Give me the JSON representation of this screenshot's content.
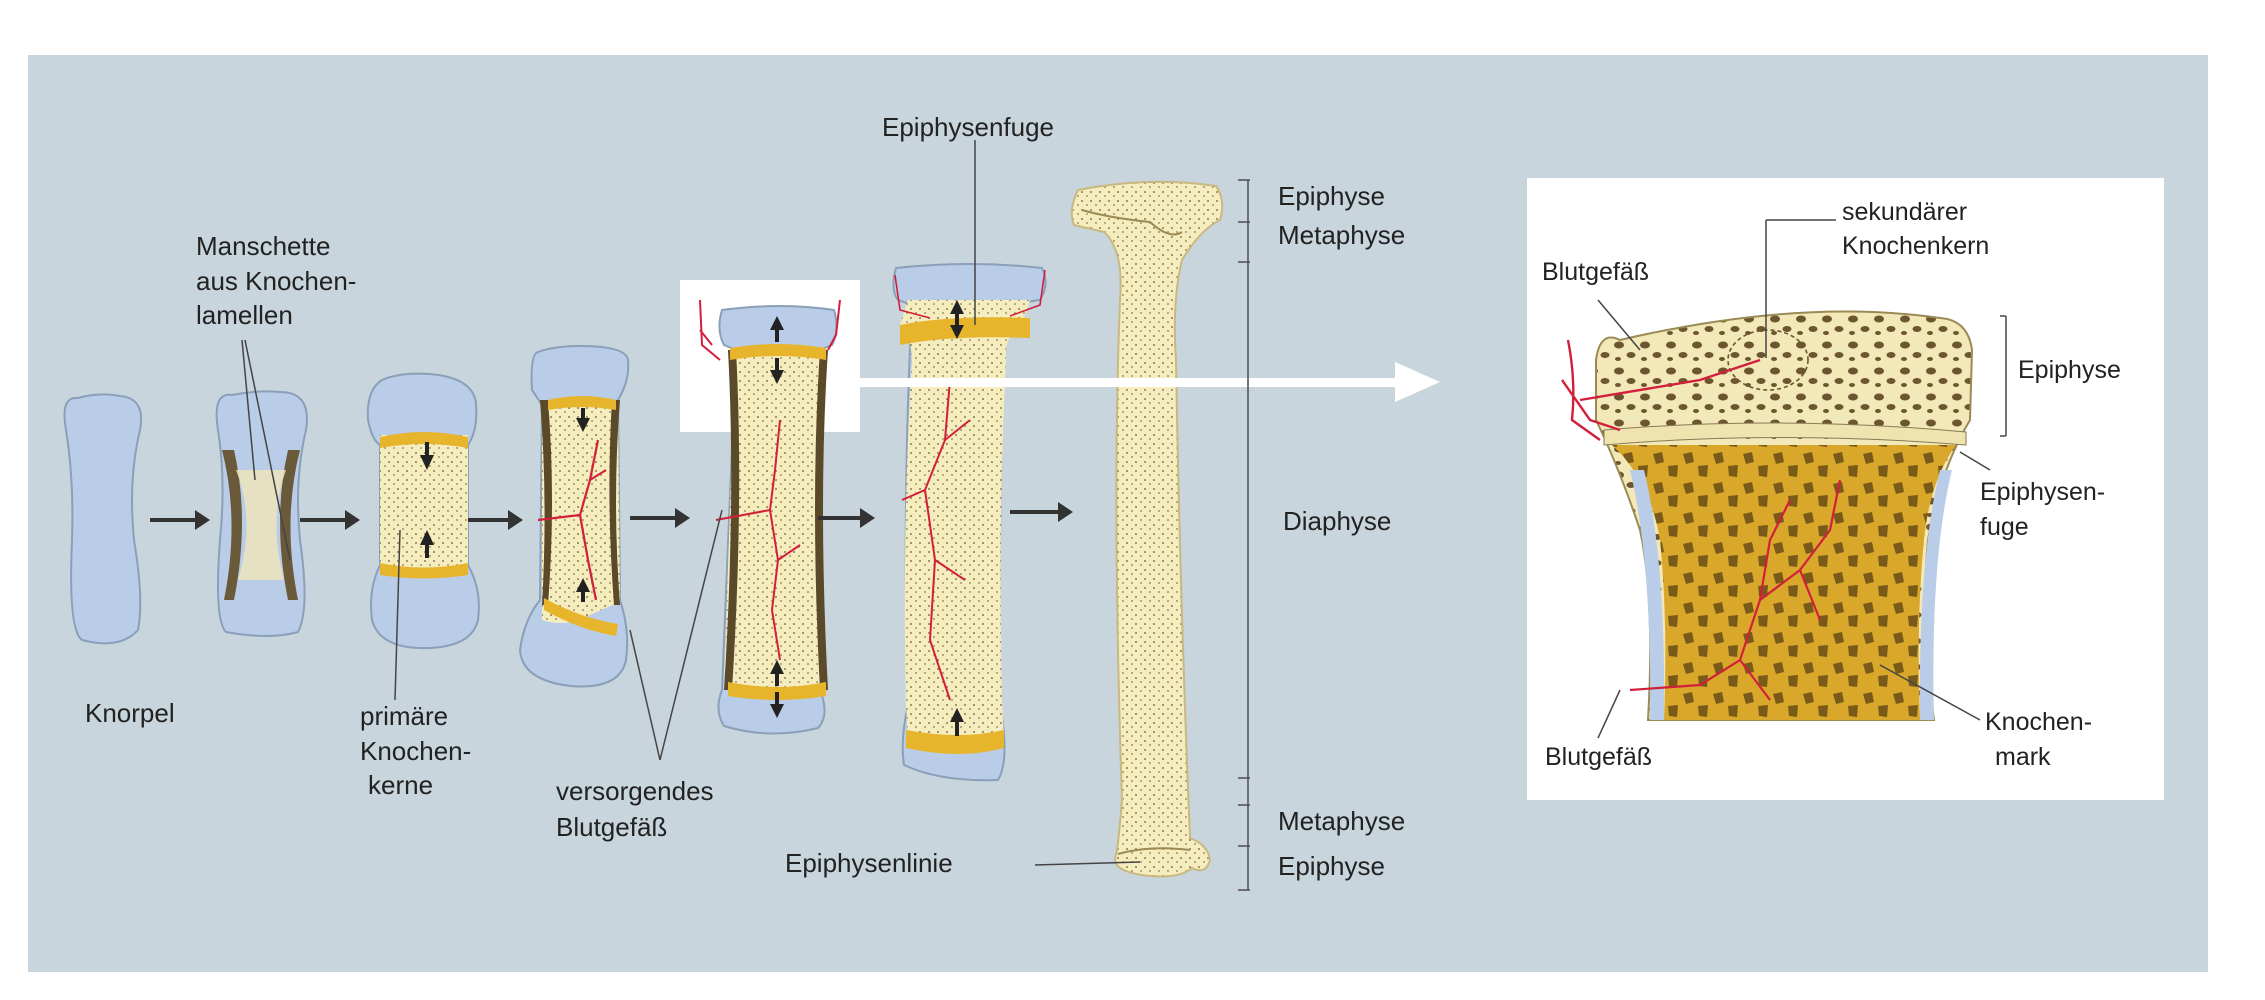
{
  "labels": {
    "knorpel": "Knorpel",
    "manschette_1": "Manschette",
    "manschette_2": "aus Knochen-",
    "manschette_3": "lamellen",
    "primaere_1": "primäre",
    "primaere_2": "Knochen-",
    "primaere_3": "kerne",
    "versorgendes_1": "versorgendes",
    "versorgendes_2": "Blutgefäß",
    "epiphysenfuge": "Epiphysenfuge",
    "epiphysenlinie": "Epiphysenlinie",
    "epiphyse_top": "Epiphyse",
    "metaphyse_top": "Metaphyse",
    "diaphyse": "Diaphyse",
    "metaphyse_bottom": "Metaphyse",
    "epiphyse_bottom": "Epiphyse"
  },
  "detail": {
    "sekundaer_1": "sekundärer",
    "sekundaer_2": "Knochenkern",
    "blutgefaess_top": "Blutgefäß",
    "epiphyse": "Epiphyse",
    "epiphysenfuge_1": "Epiphysen-",
    "epiphysenfuge_2": "fuge",
    "blutgefaess_bottom": "Blutgefäß",
    "knochenmark_1": "Knochen-",
    "knochenmark_2": "mark"
  },
  "colors": {
    "panel_bg": "#c8d5dc",
    "cartilage": "#b9cde8",
    "bone": "#f6eec0",
    "ossification": "#e6b52c",
    "vessel": "#d21f3c",
    "marrow": "#c79a1e"
  }
}
